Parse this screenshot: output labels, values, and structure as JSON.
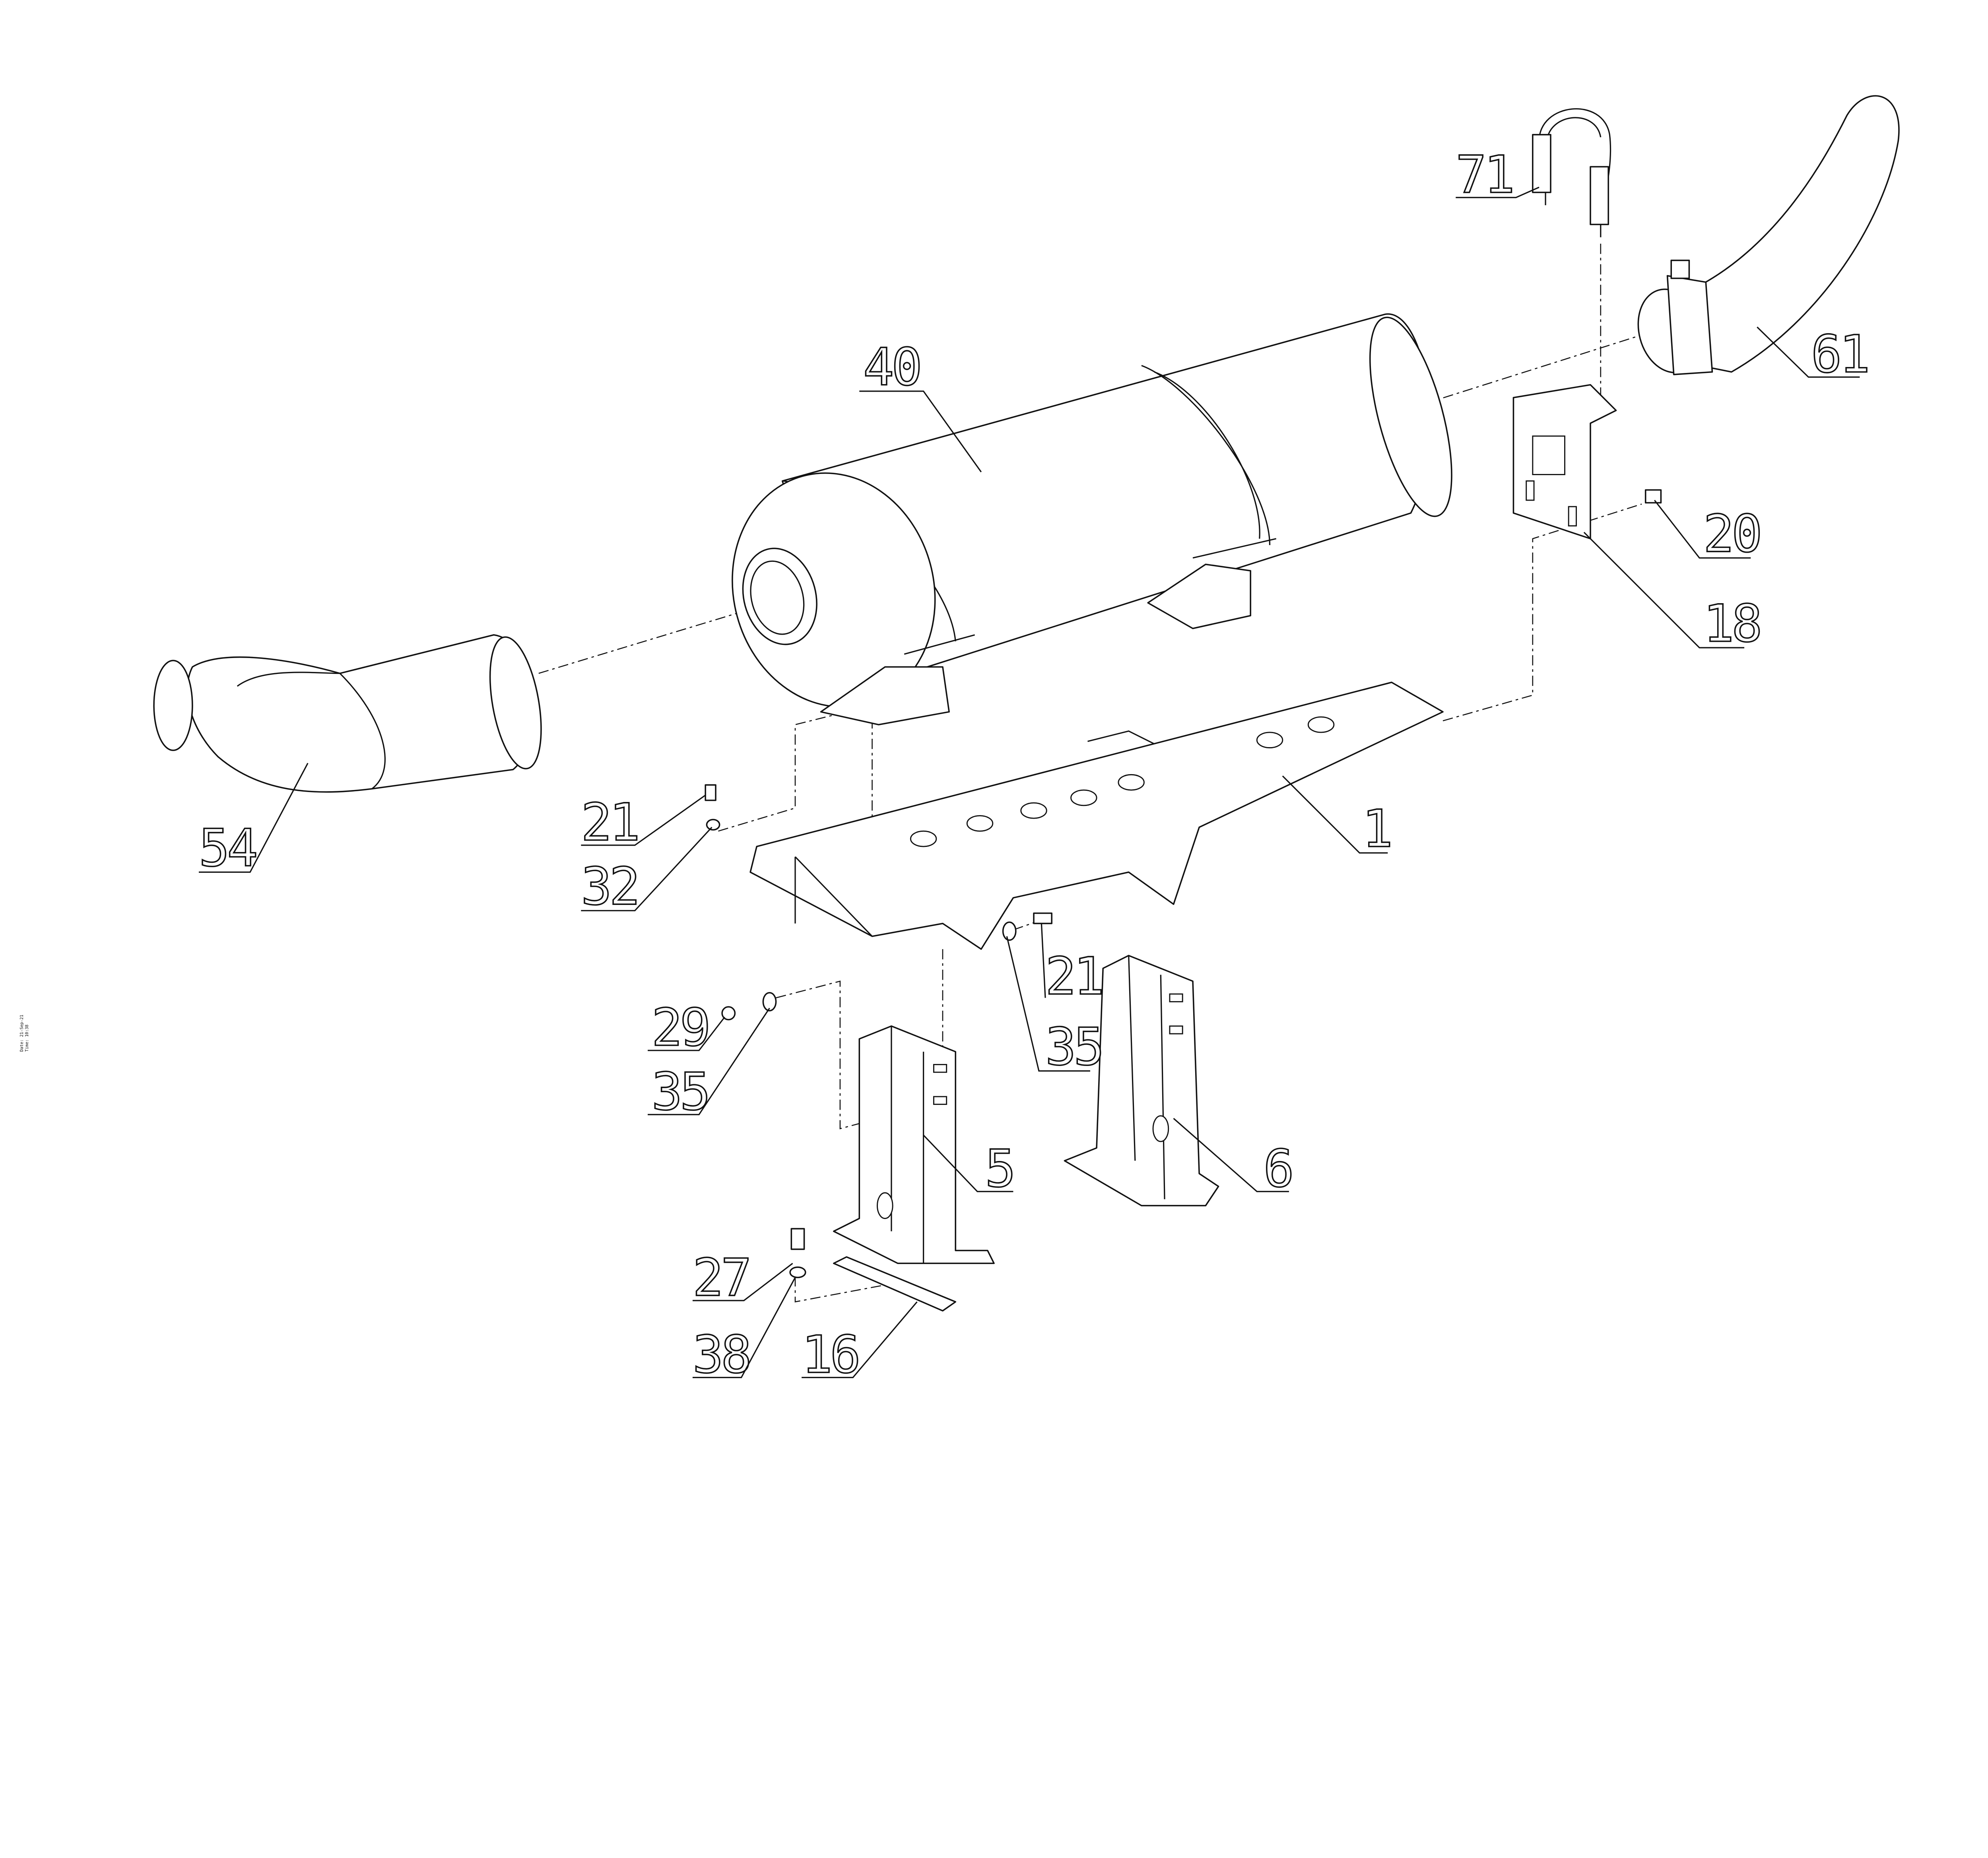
{
  "drawing": {
    "stamp": {
      "date": "Date: 21-Sep-21",
      "time": "Time: 10:38"
    },
    "callouts": {
      "c71": "71",
      "c61": "61",
      "c40": "40",
      "c20": "20",
      "c18": "18",
      "c1": "1",
      "c54": "54",
      "c21a": "21",
      "c32": "32",
      "c21b": "21",
      "c35a": "35",
      "c29": "29",
      "c35b": "35",
      "c5": "5",
      "c6": "6",
      "c27": "27",
      "c38": "38",
      "c16": "16"
    },
    "colors": {
      "line": "#111111",
      "background": "#ffffff"
    }
  }
}
